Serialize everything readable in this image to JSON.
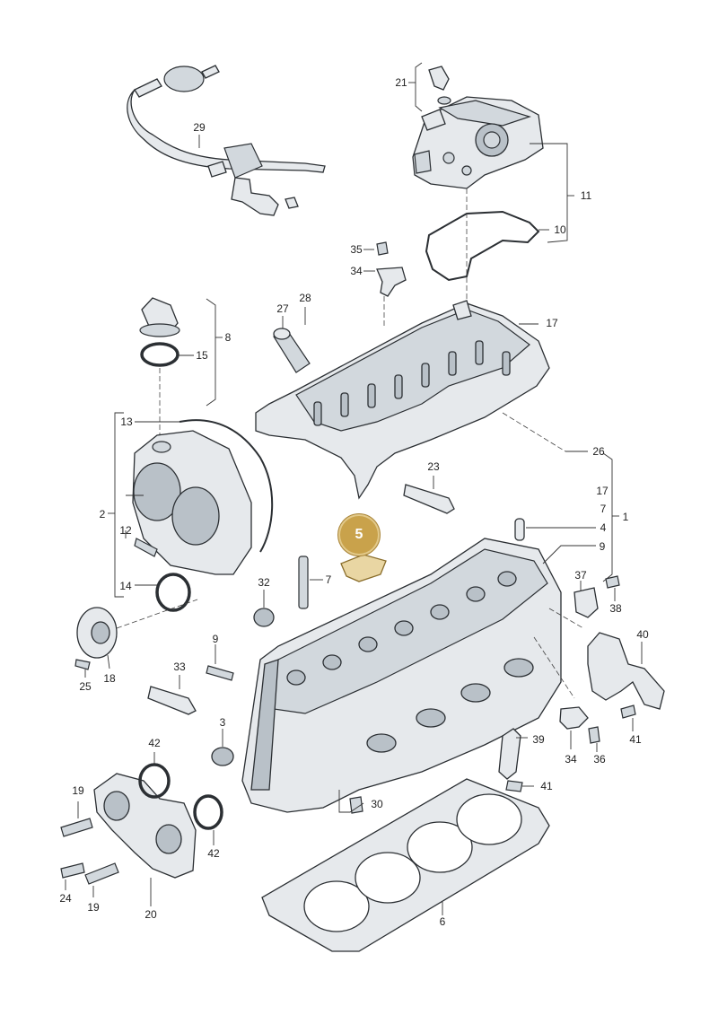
{
  "highlight": {
    "number": "5"
  },
  "callouts": [
    {
      "id": "c1",
      "text": "1"
    },
    {
      "id": "c2",
      "text": "2"
    },
    {
      "id": "c3",
      "text": "3"
    },
    {
      "id": "c4",
      "text": "4"
    },
    {
      "id": "c6",
      "text": "6"
    },
    {
      "id": "c7a",
      "text": "7"
    },
    {
      "id": "c7b",
      "text": "7"
    },
    {
      "id": "c8",
      "text": "8"
    },
    {
      "id": "c9a",
      "text": "9"
    },
    {
      "id": "c9b",
      "text": "9"
    },
    {
      "id": "c10",
      "text": "10"
    },
    {
      "id": "c11",
      "text": "11"
    },
    {
      "id": "c12",
      "text": "12"
    },
    {
      "id": "c13",
      "text": "13"
    },
    {
      "id": "c14",
      "text": "14"
    },
    {
      "id": "c15",
      "text": "15"
    },
    {
      "id": "c17a",
      "text": "17"
    },
    {
      "id": "c17b",
      "text": "17"
    },
    {
      "id": "c18",
      "text": "18"
    },
    {
      "id": "c19a",
      "text": "19"
    },
    {
      "id": "c19b",
      "text": "19"
    },
    {
      "id": "c20",
      "text": "20"
    },
    {
      "id": "c21",
      "text": "21"
    },
    {
      "id": "c23",
      "text": "23"
    },
    {
      "id": "c24",
      "text": "24"
    },
    {
      "id": "c25",
      "text": "25"
    },
    {
      "id": "c26",
      "text": "26"
    },
    {
      "id": "c27",
      "text": "27"
    },
    {
      "id": "c28",
      "text": "28"
    },
    {
      "id": "c29",
      "text": "29"
    },
    {
      "id": "c30",
      "text": "30"
    },
    {
      "id": "c32",
      "text": "32"
    },
    {
      "id": "c33",
      "text": "33"
    },
    {
      "id": "c34a",
      "text": "34"
    },
    {
      "id": "c34b",
      "text": "34"
    },
    {
      "id": "c35",
      "text": "35"
    },
    {
      "id": "c36",
      "text": "36"
    },
    {
      "id": "c37",
      "text": "37"
    },
    {
      "id": "c38",
      "text": "38"
    },
    {
      "id": "c39",
      "text": "39"
    },
    {
      "id": "c40",
      "text": "40"
    },
    {
      "id": "c41a",
      "text": "41"
    },
    {
      "id": "c41b",
      "text": "41"
    },
    {
      "id": "c42a",
      "text": "42"
    },
    {
      "id": "c42b",
      "text": "42"
    }
  ]
}
